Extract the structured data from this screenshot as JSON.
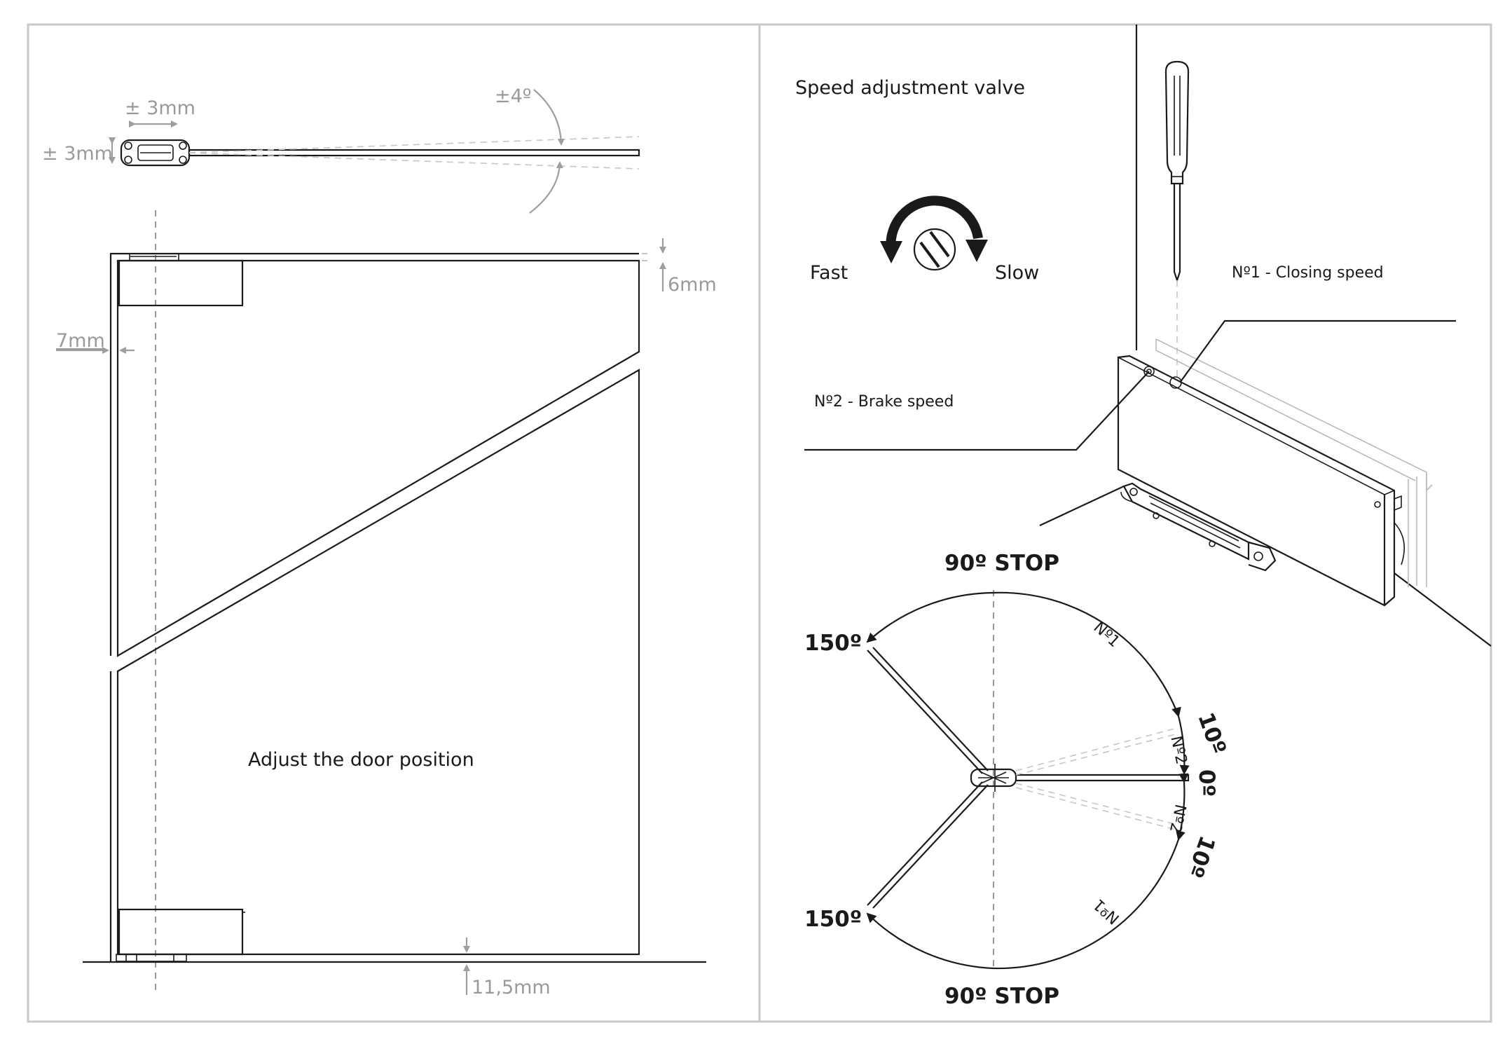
{
  "left_panel": {
    "dim_horizontal": "± 3mm",
    "dim_vertical": "± 3mm",
    "rotation": "±4º",
    "gap_top": "6mm",
    "gap_side": "7mm",
    "gap_bottom": "11,5mm",
    "caption": "Adjust the door position"
  },
  "right_panel": {
    "title": "Speed adjustment valve",
    "fast_label": "Fast",
    "slow_label": "Slow",
    "valve1_label": "Nº1 - Closing speed",
    "valve2_label": "Nº2 - Brake speed",
    "angle_top_stop": "90º STOP",
    "angle_bottom_stop": "90º STOP",
    "angle_top_open": "150º",
    "angle_bottom_open": "150º",
    "angle_plus10": "10º",
    "angle_zero": "0º",
    "angle_minus10": "10º",
    "zone_n1_top": "Nº1",
    "zone_n1_bottom": "Nº1",
    "zone_n2_top": "Nº2",
    "zone_n2_bottom": "Nº2"
  },
  "colors": {
    "line": "#1a1a1a",
    "dimension": "#9a9a9a",
    "frame": "#c8c8c8"
  }
}
